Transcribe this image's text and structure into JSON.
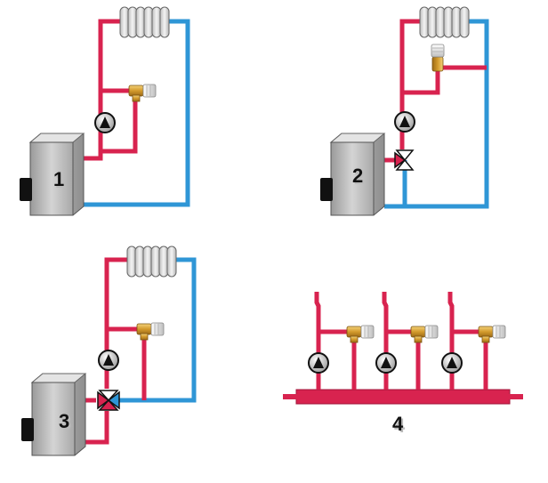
{
  "diagrams": [
    {
      "label": "1"
    },
    {
      "label": "2"
    },
    {
      "label": "3"
    },
    {
      "label": "4"
    }
  ],
  "colors": {
    "supply_pipe": "#d8234f",
    "return_pipe": "#2f96d6",
    "boiler_light": "#d9d9d9",
    "boiler_dark": "#8c8c8c",
    "radiator": "#e6e6e6",
    "valve_brass": "#d9a53a",
    "pump_black": "#111111"
  }
}
